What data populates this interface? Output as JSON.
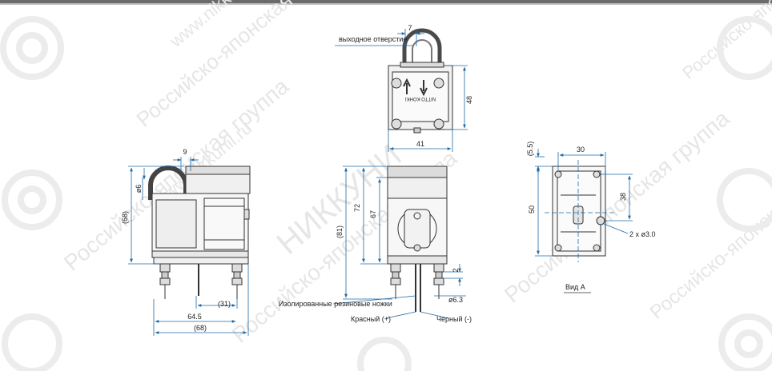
{
  "watermark": {
    "lines": [
      "Российско-японская группа",
      "Российско-японская группа",
      "Российско-японская группа",
      "Российско-японская группа"
    ],
    "sites": [
      "www.nikkunii.ru",
      "www.nikkunii.ru"
    ],
    "brand": [
      "Российско-японская",
      "НИККУНИ",
      "Российско-японская"
    ]
  },
  "top_view": {
    "outlet_label": "выходное отверстие",
    "dim_outlet": "7",
    "dim_height": "48",
    "dim_width": "41",
    "brand_text": "NITTO KOHKI"
  },
  "side_view": {
    "dim_top": "9",
    "dim_diameter": "ø6",
    "dim_height": "(68)",
    "dim_inner": "(31)",
    "dim_length": "64.5",
    "dim_total": "(68)"
  },
  "front_view": {
    "dim_total_height": "(81)",
    "dim_body_height": "72",
    "dim_motor_height": "67",
    "dim_foot": "2",
    "dim_foot_diameter": "ø6.3",
    "feet_label": "Изолированные резиновые ножки",
    "red_wire": "Красный (+)",
    "black_wire": "Черный (-)"
  },
  "view_a": {
    "dim_offset": "(5.5)",
    "dim_width": "30",
    "dim_height": "50",
    "dim_hole_spacing": "38",
    "dim_holes": "2 x ø3.0",
    "label": "Вид А"
  }
}
